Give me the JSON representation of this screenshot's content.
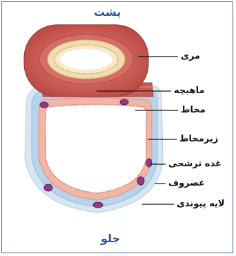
{
  "orientation": {
    "top": "پشت",
    "bottom": "جلو"
  },
  "labels": {
    "esophagus": "مری",
    "muscle": "ماهیچه",
    "mucosa": "مخاط",
    "submucosa": "زیرمخاط",
    "gland": "غده ترشحی",
    "cartilage": "غضروف",
    "connective_layer": "لایه پیوندی"
  },
  "colors": {
    "frame": "#3f6aa0",
    "heading": "#2b5597",
    "muscle_red": "#c85a52",
    "cartilage_blue": "#bcd6ea",
    "mucosa_pink": "#f0b0a0",
    "gland_purple": "#8e3a86"
  }
}
